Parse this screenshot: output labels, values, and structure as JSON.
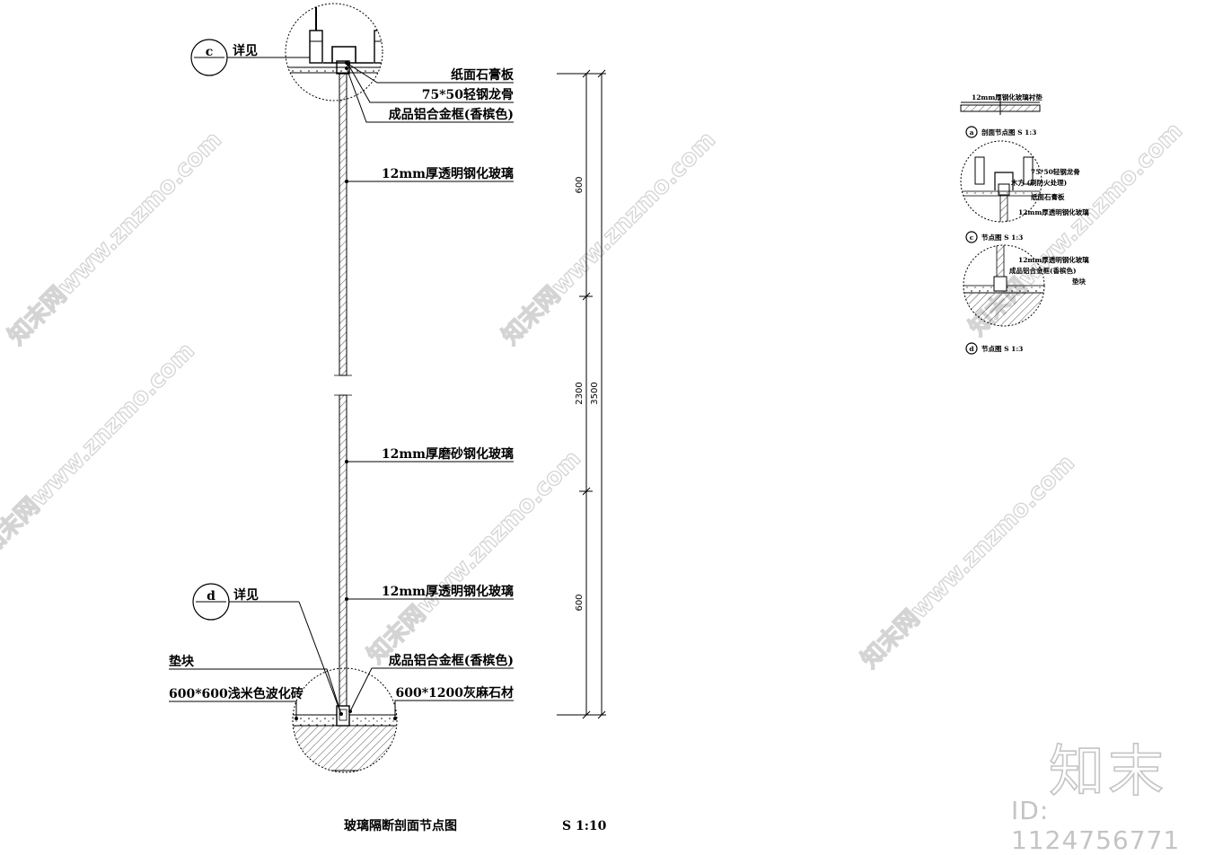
{
  "labels": {
    "detail_c_ref": "c",
    "detail_d_ref": "d",
    "see_detail": "详见",
    "gypsum_board": "纸面石膏板",
    "light_steel_keel": "75*50轻钢龙骨",
    "alu_frame_top": "成品铝合金框(香槟色)",
    "clear_glass_top": "12mm厚透明钢化玻璃",
    "frosted_glass": "12mm厚磨砂钢化玻璃",
    "clear_glass_bottom": "12mm厚透明钢化玻璃",
    "alu_frame_bottom": "成品铝合金框(香槟色)",
    "spacer_block": "垫块",
    "floor_tile": "600*600浅米色波化砖",
    "granite": "600*1200灰麻石材"
  },
  "dimensions": {
    "top": "600",
    "middle": "2300",
    "bottom": "600",
    "total": "3500"
  },
  "title": {
    "name": "玻璃隔断剖面节点图",
    "scale": "S 1:10"
  },
  "small_details": {
    "top_label": "12mm厚钢化玻璃衬垫",
    "a_ref": "a",
    "a_title": "剖面节点图 S 1:3",
    "c_label_1": "75*50轻钢龙骨",
    "c_label_2": "木方 (刷防火处理)",
    "c_label_3": "纸面石膏板",
    "c_label_4": "12mm厚透明钢化玻璃",
    "c_ref": "c",
    "c_title": "节点图 S 1:3",
    "d_label_1": "12mm厚透明钢化玻璃",
    "d_label_2": "成品铝合金框(香槟色)",
    "d_label_3": "垫块",
    "d_ref": "d",
    "d_title": "节点图 S 1:3"
  },
  "watermark": {
    "text": "知末网www.znzmo.com",
    "logo": "知末",
    "id_text": "ID: 1124756771"
  }
}
